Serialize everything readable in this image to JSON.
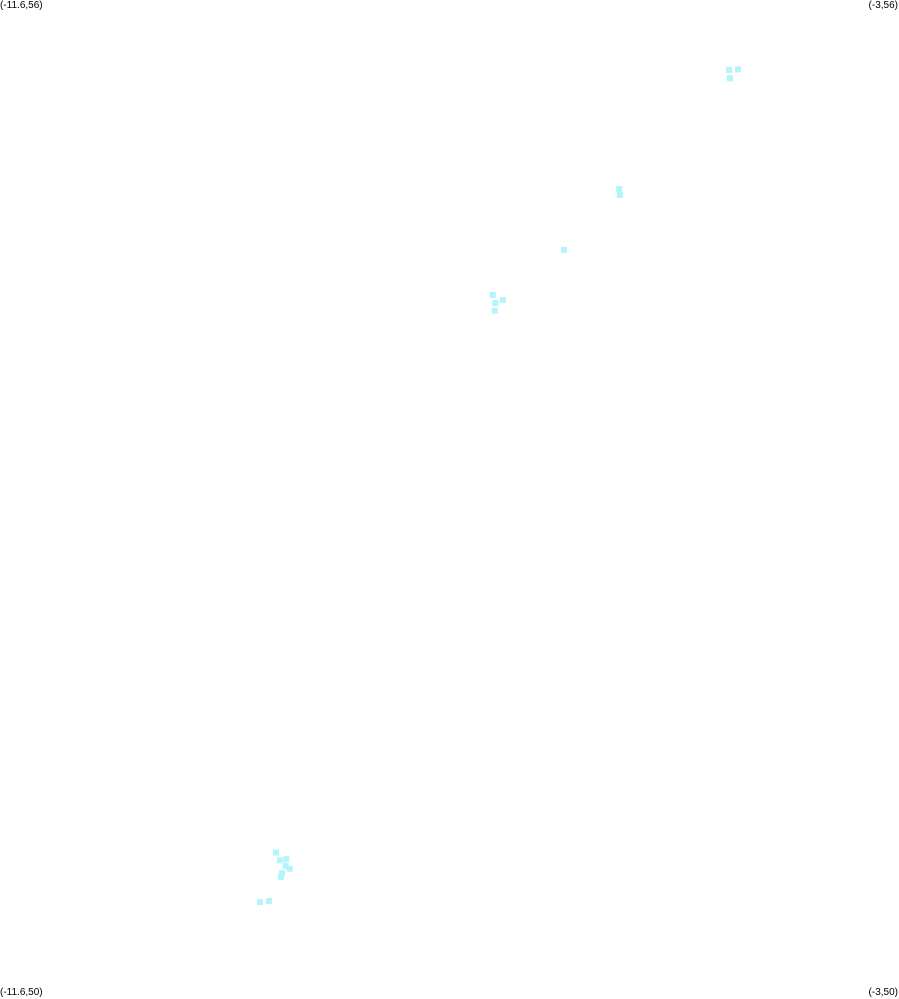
{
  "map": {
    "corner_labels": {
      "top_left": "(-11.6,56)",
      "top_right": "(-3,56)",
      "bottom_left": "(-11.6,50)",
      "bottom_right": "(-3,50)"
    },
    "bounds": {
      "lon_min": -11.6,
      "lon_max": -3,
      "lat_min": 50,
      "lat_max": 56
    },
    "marker_color": "#b3f5fb",
    "marker_shape": "square",
    "markers": [
      {
        "lon": -4.625,
        "lat": 55.58
      },
      {
        "lon": -4.54,
        "lat": 55.583
      },
      {
        "lon": -4.617,
        "lat": 55.53
      },
      {
        "lon": -5.677,
        "lat": 54.865
      },
      {
        "lon": -5.67,
        "lat": 54.829
      },
      {
        "lon": -6.205,
        "lat": 54.499
      },
      {
        "lon": -6.887,
        "lat": 54.228
      },
      {
        "lon": -6.862,
        "lat": 54.18
      },
      {
        "lon": -6.79,
        "lat": 54.199
      },
      {
        "lon": -6.867,
        "lat": 54.134
      },
      {
        "lon": -8.96,
        "lat": 50.88
      },
      {
        "lon": -8.922,
        "lat": 50.833
      },
      {
        "lon": -8.862,
        "lat": 50.84
      },
      {
        "lon": -8.867,
        "lat": 50.8
      },
      {
        "lon": -8.829,
        "lat": 50.782
      },
      {
        "lon": -8.902,
        "lat": 50.756
      },
      {
        "lon": -8.912,
        "lat": 50.732
      },
      {
        "lon": -9.113,
        "lat": 50.582
      },
      {
        "lon": -9.027,
        "lat": 50.588
      }
    ]
  }
}
